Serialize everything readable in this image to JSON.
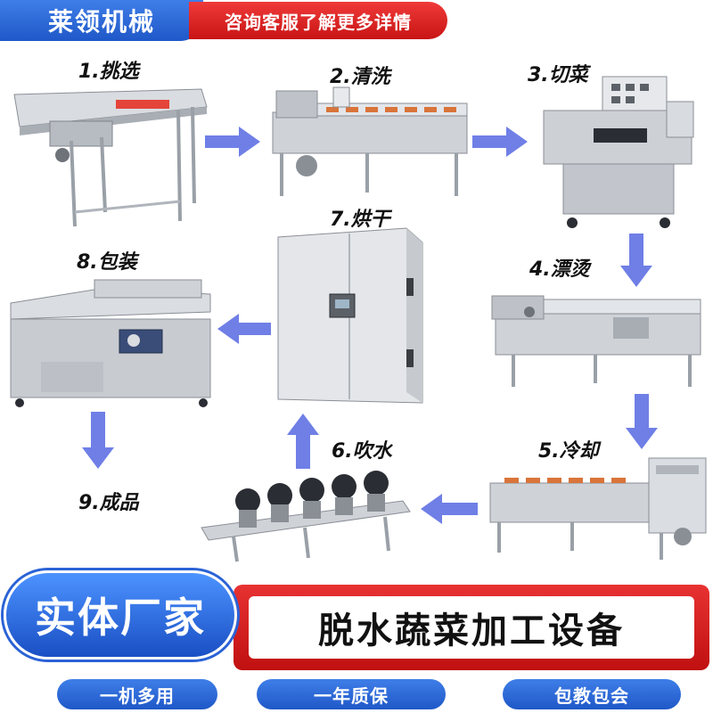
{
  "header": {
    "brand": "莱领机械",
    "consult": "咨询客服了解更多详情"
  },
  "steps": [
    {
      "label": "1.挑选"
    },
    {
      "label": "2.清洗"
    },
    {
      "label": "3.切菜"
    },
    {
      "label": "4.漂烫"
    },
    {
      "label": "5.冷却"
    },
    {
      "label": "6.吹水"
    },
    {
      "label": "7.烘干"
    },
    {
      "label": "8.包装"
    },
    {
      "label": "9.成品"
    }
  ],
  "footer": {
    "factory": "实体厂家",
    "product": "脱水蔬菜加工设备",
    "pills": [
      "一机多用",
      "一年质保",
      "包教包会"
    ]
  },
  "colors": {
    "blue": "#1f58c8",
    "red": "#c81414",
    "arrow": "#6f7fe6",
    "steel": "#c9ccd1"
  }
}
